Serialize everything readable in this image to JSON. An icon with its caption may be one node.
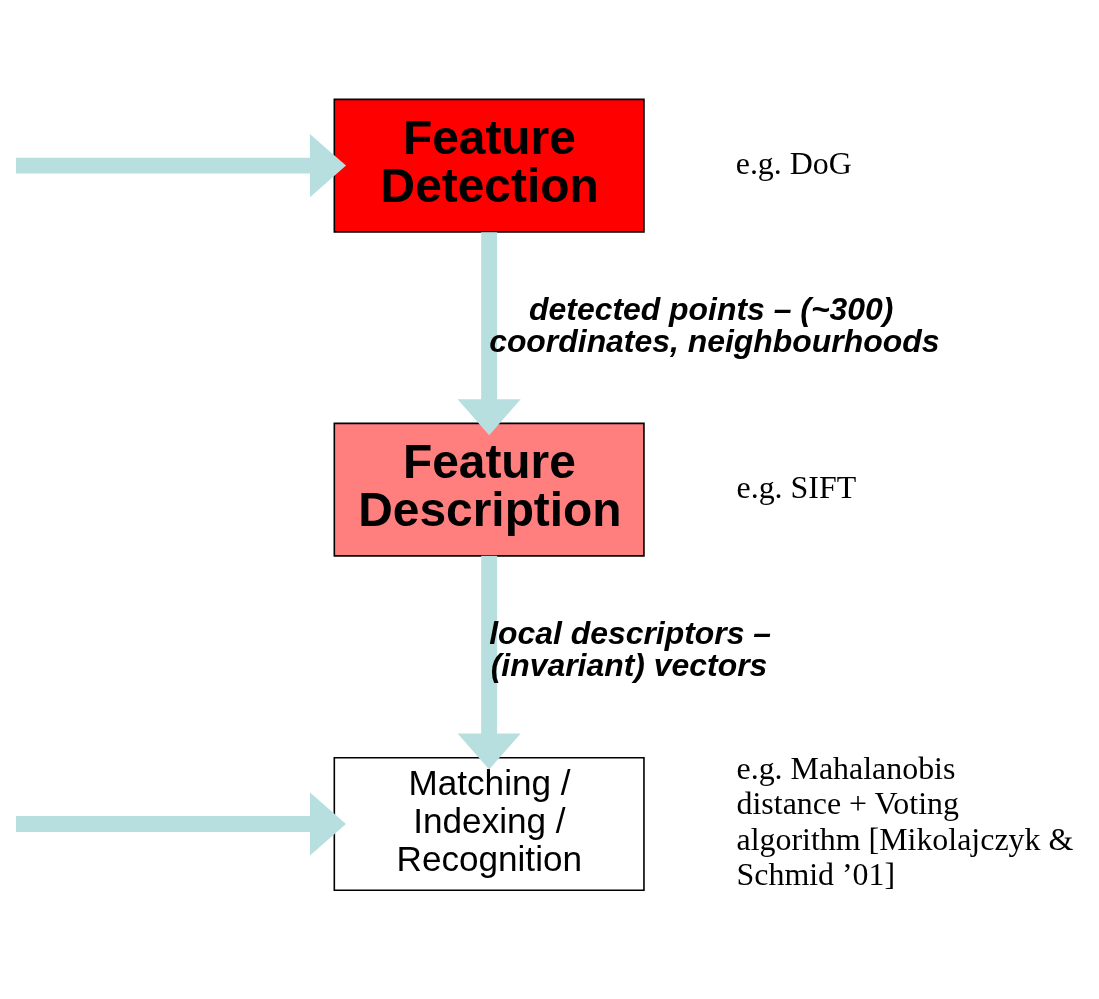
{
  "diagram": {
    "nodes": [
      {
        "text": [
          "Feature Detection"
        ],
        "beside": [
          "e.g. DoG"
        ]
      },
      {
        "text": [
          "Feature Description"
        ],
        "beside": [
          "e.g. SIFT"
        ]
      },
      {
        "text": [
          "Matching / Indexing / Recognition"
        ],
        "beside": [
          "e.g. Mahalanobis distance + Voting algorithm [Mikolajczyk & Schmid ’01]"
        ]
      }
    ],
    "edges": [
      {
        "from": null,
        "to": 0,
        "arrow": "to"
      },
      {
        "from": 0,
        "to": 1,
        "arrow": "to",
        "label": "detected points – (~300) coordinates, neighbourhoods"
      },
      {
        "from": null,
        "to": 2,
        "arrow": "to"
      },
      {
        "from": 1,
        "to": 2,
        "arrow": "to",
        "label": "local descriptors – (invariant) vectors"
      }
    ]
  }
}
